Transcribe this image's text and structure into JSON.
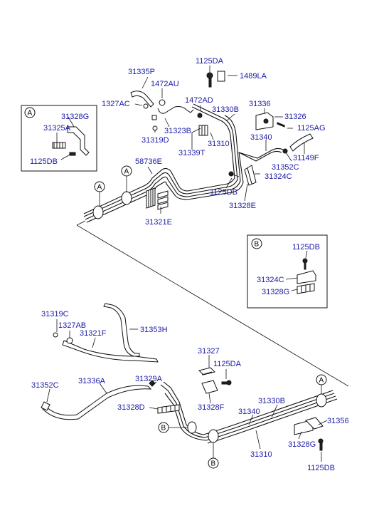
{
  "part_labels": [
    "31335P",
    "1472AU",
    "1327AC",
    "31323B",
    "31319D",
    "1125DA",
    "1489LA",
    "1472AD",
    "31330B",
    "31336",
    "31326",
    "1125AG",
    "31310",
    "31339T",
    "31340",
    "31149F",
    "31352C",
    "31324C",
    "58736E",
    "1125DB",
    "31328E",
    "31321E",
    "31328G",
    "31325A",
    "1125DB",
    "1125DB",
    "31324C",
    "31328G",
    "31319C",
    "1327AB",
    "31321F",
    "31353H",
    "31327",
    "1125DA",
    "31352C",
    "31336A",
    "31329A",
    "31328D",
    "31328F",
    "31340",
    "31330B",
    "31310",
    "31356",
    "31328G",
    "1125DB"
  ],
  "callouts": [
    "A",
    "A",
    "A",
    "A",
    "B",
    "B",
    "B"
  ]
}
